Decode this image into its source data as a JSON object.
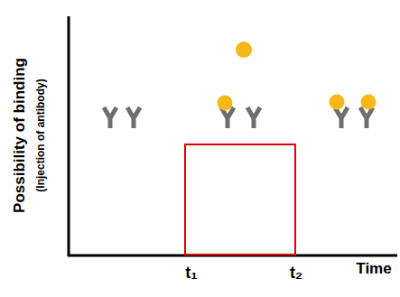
{
  "diagram": {
    "labels": [
      "Possibility of binding",
      "(Injection of antibody)",
      "t₁",
      "t₂",
      "Time"
    ]
  }
}
